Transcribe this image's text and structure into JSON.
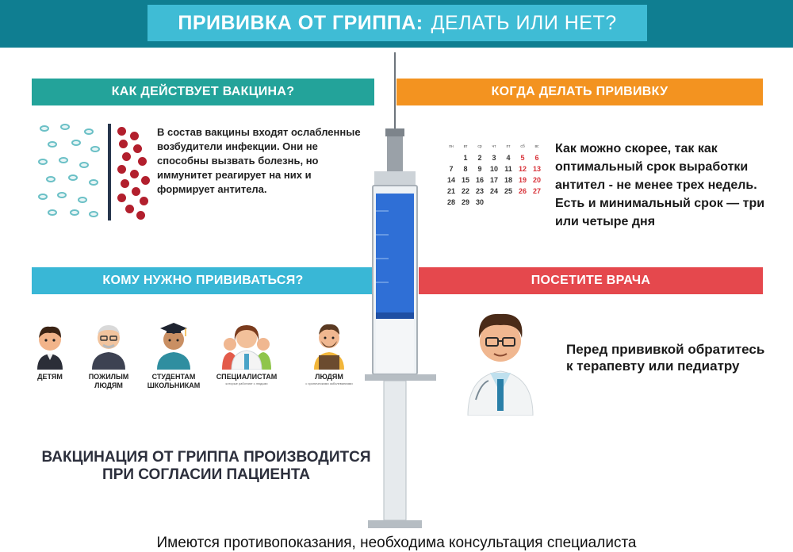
{
  "title": {
    "main": "ПРИВИВКА ОТ ГРИППА:",
    "sub": "ДЕЛАТЬ ИЛИ НЕТ?"
  },
  "sections": {
    "how": {
      "heading": "КАК ДЕЙСТВУЕТ ВАКЦИНА?",
      "text": "В состав вакцины входят ослабленные возбудители инфекции. Они не способны вызвать болезнь, но иммунитет реагирует на них и формирует антитела."
    },
    "when": {
      "heading": "КОГДА ДЕЛАТЬ ПРИВИВКУ",
      "text": "Как можно скорее, так как оптимальный срок выработки антител - не менее трех недель. Есть и минимальный срок — три или четыре дня"
    },
    "who": {
      "heading": "КОМУ НУЖНО ПРИВИВАТЬСЯ?"
    },
    "doctor": {
      "heading": "ПОСЕТИТЕ ВРАЧА",
      "text": "Перед прививкой обратитесь к терапевту или педиатру"
    }
  },
  "calendar": {
    "days": [
      "пн",
      "вт",
      "ср",
      "чт",
      "пт",
      "сб",
      "вс"
    ],
    "rows": [
      [
        "",
        "1",
        "2",
        "3",
        "4",
        "5",
        "6"
      ],
      [
        "7",
        "8",
        "9",
        "10",
        "11",
        "12",
        "13"
      ],
      [
        "14",
        "15",
        "16",
        "17",
        "18",
        "19",
        "20"
      ],
      [
        "21",
        "22",
        "23",
        "24",
        "25",
        "26",
        "27"
      ],
      [
        "28",
        "29",
        "30",
        "",
        "",
        "",
        ""
      ]
    ]
  },
  "people": [
    {
      "label": "ДЕТЯМ",
      "sub": ""
    },
    {
      "label": "ПОЖИЛЫМ ЛЮДЯМ",
      "sub": ""
    },
    {
      "label": "СТУДЕНТАМ ШКОЛЬНИКАМ",
      "sub": ""
    },
    {
      "label": "СПЕЦИАЛИСТАМ",
      "sub": "которые работают с людьми"
    },
    {
      "label": "ЛЮДЯМ",
      "sub": "с хроническими заболеваниями"
    }
  ],
  "consent": "ВАКЦИНАЦИЯ ОТ ГРИППА ПРОИЗВОДИТСЯ ПРИ СОГЛАСИИ ПАЦИЕНТА",
  "footnote": "Имеются противопоказания, необходима консультация специалиста",
  "icons": [
    "germ-icon",
    "blood-cell-icon",
    "calendar-icon",
    "syringe-icon",
    "child-icon",
    "elderly-icon",
    "student-icon",
    "specialist-icon",
    "person-icon",
    "doctor-icon"
  ],
  "colors": {
    "header_dark": "#0f7e91",
    "header_light": "#3fbcd5",
    "teal": "#23a39a",
    "orange": "#f39320",
    "blue": "#39b7d6",
    "red": "#e5484d",
    "vaccine_blue": "#2f6fd6"
  }
}
